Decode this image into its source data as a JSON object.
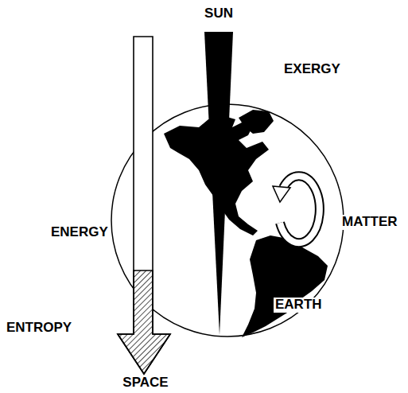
{
  "diagram": {
    "labels": [
      "SUN",
      "EXERGY",
      "ENERGY",
      "MATTER",
      "EARTH",
      "ENTROPY",
      "SPACE"
    ]
  }
}
